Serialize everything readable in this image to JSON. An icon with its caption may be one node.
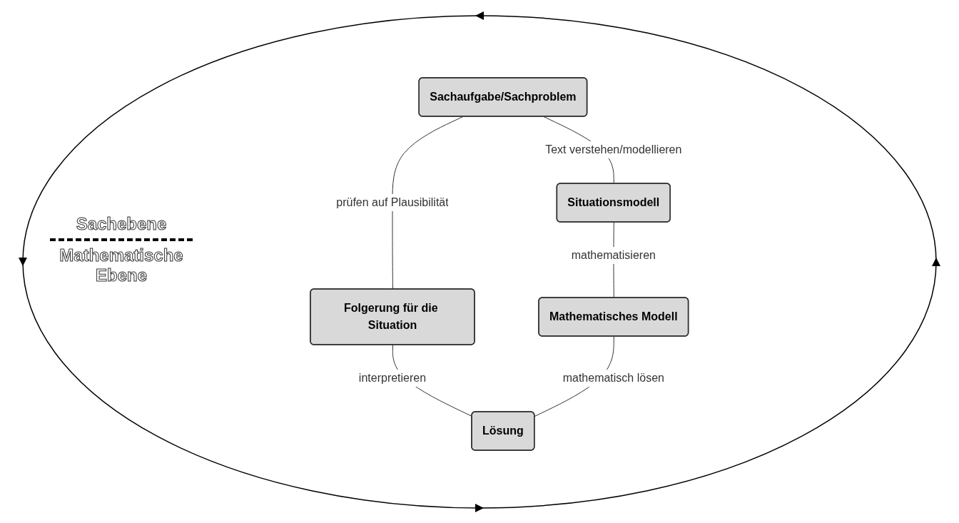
{
  "diagram": {
    "nodes": [
      {
        "text": [
          "Sachaufgabe/Sachproblem"
        ]
      },
      {
        "text": [
          "Folgerung für die Situation"
        ]
      },
      {
        "text": [
          "Situationsmodell"
        ]
      },
      {
        "text": [
          "Mathematisches Modell"
        ]
      },
      {
        "text": [
          "Lösung"
        ]
      }
    ],
    "edges": [
      {
        "from": 0,
        "to": 1,
        "arrow": "none",
        "label": "prüfen auf Plausibilität"
      },
      {
        "from": 0,
        "to": 2,
        "arrow": "none",
        "label": "Text verstehen/modellieren"
      },
      {
        "from": 2,
        "to": 3,
        "arrow": "none",
        "label": "mathematisieren"
      },
      {
        "from": 1,
        "to": 4,
        "arrow": "none",
        "label": "interpretieren"
      },
      {
        "from": 3,
        "to": 4,
        "arrow": "none",
        "label": "mathematisch lösen"
      }
    ],
    "labels": [
      "Sachebene",
      "Mathematische Ebene"
    ]
  }
}
